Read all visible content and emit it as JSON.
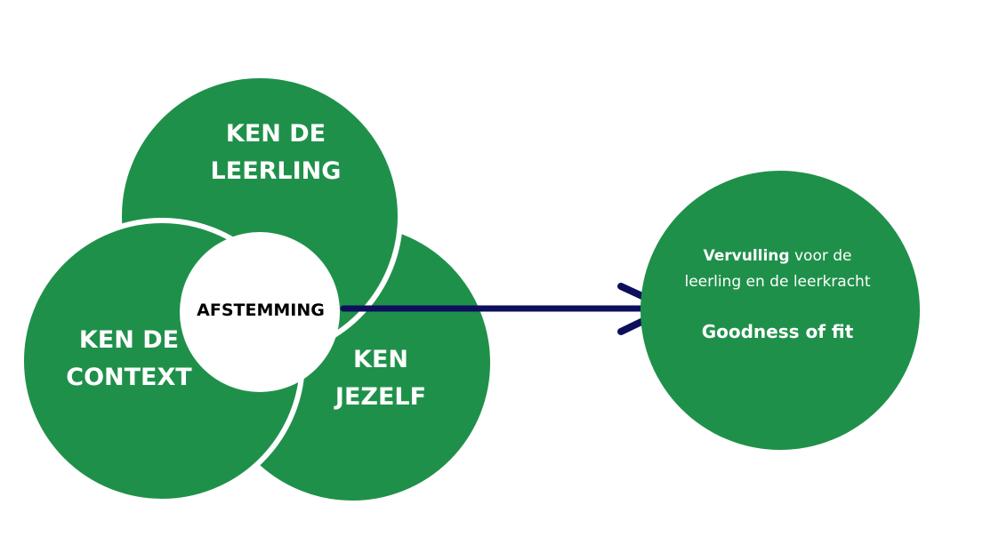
{
  "colors": {
    "circle_fill": "#1f904a",
    "outline": "#ffffff",
    "center_fill": "#ffffff",
    "arrow": "#0d0f5c"
  },
  "circles": {
    "leerling": {
      "line1": "KEN DE",
      "line2": "LEERLING"
    },
    "context": {
      "line1": "KEN DE",
      "line2": "CONTEXT"
    },
    "jezelf": {
      "line1": "KEN",
      "line2": "JEZELF"
    }
  },
  "center": {
    "label": "AFSTEMMING"
  },
  "result": {
    "bold_word": "Vervulling",
    "line1_rest": " voor de",
    "line2": "leerling en de leerkracht",
    "goodness": "Goodness of fit"
  }
}
